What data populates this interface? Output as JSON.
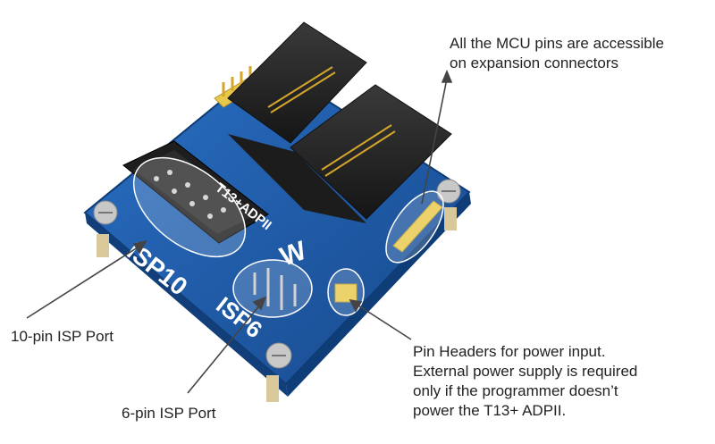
{
  "annotations": {
    "mcu_pins": [
      "All the MCU pins are accessible",
      "on expansion connectors"
    ],
    "isp10_caption": "10-pin ISP Port",
    "isp6_caption": "6-pin ISP Port",
    "power_header": [
      "Pin Headers for power input.",
      "External power supply is required",
      "only if the programmer doesn’t",
      "power the T13+ ADPII."
    ]
  },
  "board_silkscreen": {
    "isp10": "ISP10",
    "isp6": "ISP6",
    "product": "T13+ADPII"
  },
  "colors": {
    "pcb": "#1f5fb0",
    "socket": "#2b2b2b",
    "header_yellow": "#e8c84a",
    "pin_gold": "#d4a62a"
  }
}
